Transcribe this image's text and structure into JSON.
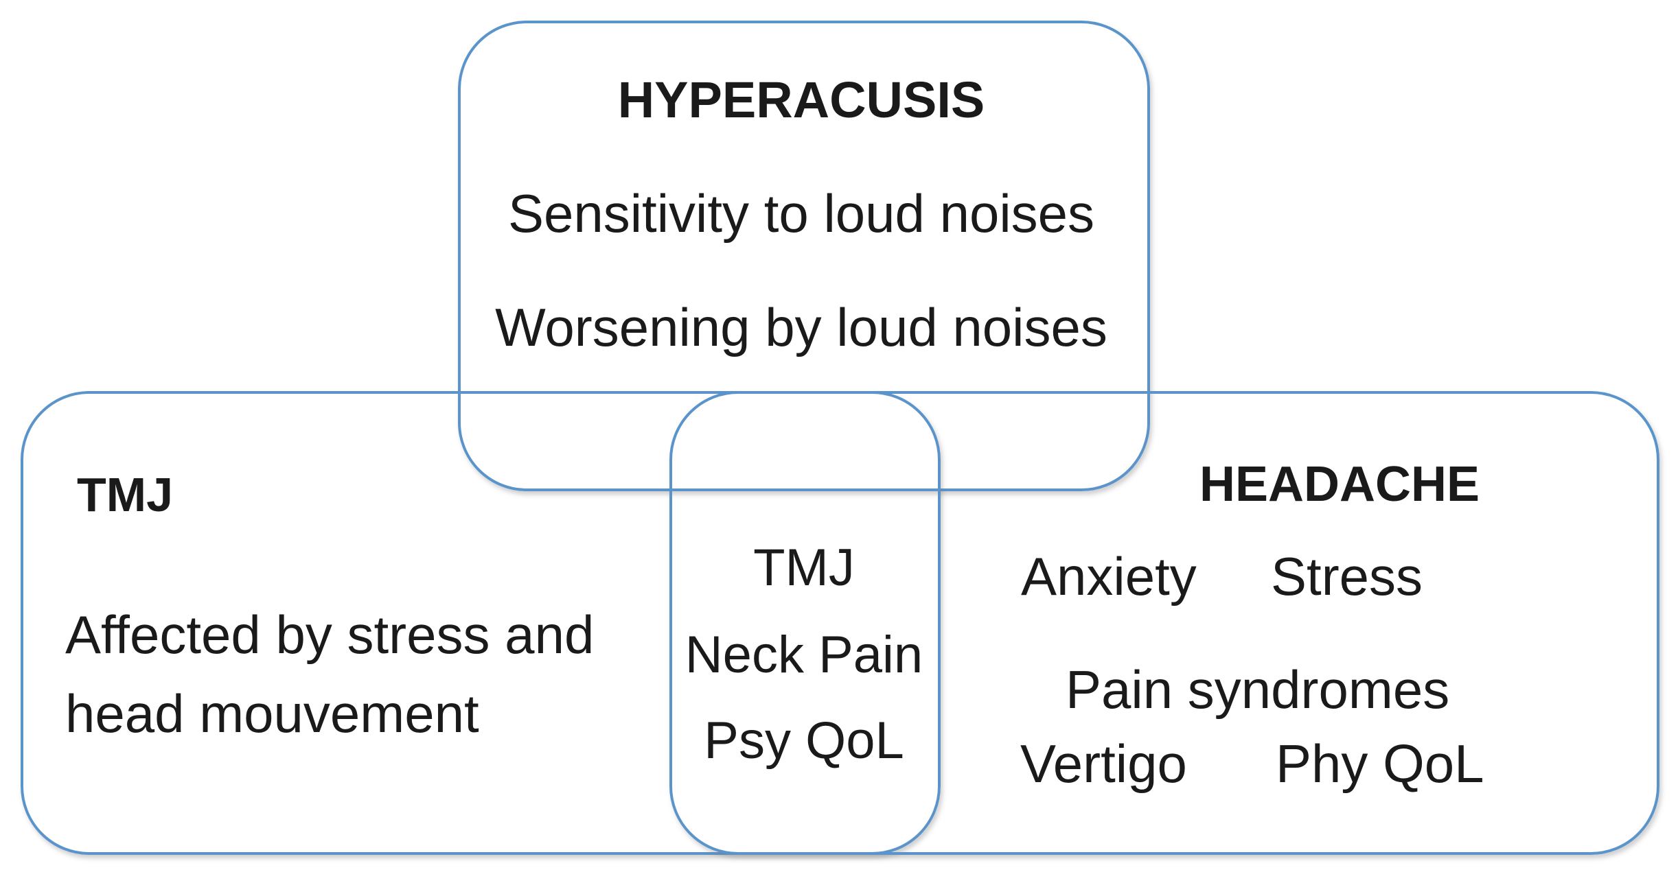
{
  "figure": {
    "kind": "venn-overlap-diagram",
    "colors": {
      "background": "#ffffff",
      "box_border": "#5b94cb",
      "text": "#1a1a1a"
    },
    "hyperacusis": {
      "title": "HYPERACUSIS",
      "lines": [
        "Sensitivity to loud noises",
        "Worsening by loud noises"
      ]
    },
    "tmj": {
      "title": "TMJ",
      "lines": [
        "Affected by stress and",
        "head mouvement"
      ]
    },
    "overlap": {
      "items": [
        "TMJ",
        "Neck Pain",
        "Psy QoL"
      ]
    },
    "headache": {
      "title": "HEADACHE",
      "row1": [
        "Anxiety",
        "Stress"
      ],
      "row2": [
        "Pain syndromes"
      ],
      "row3": [
        "Vertigo",
        "Phy QoL"
      ]
    }
  }
}
